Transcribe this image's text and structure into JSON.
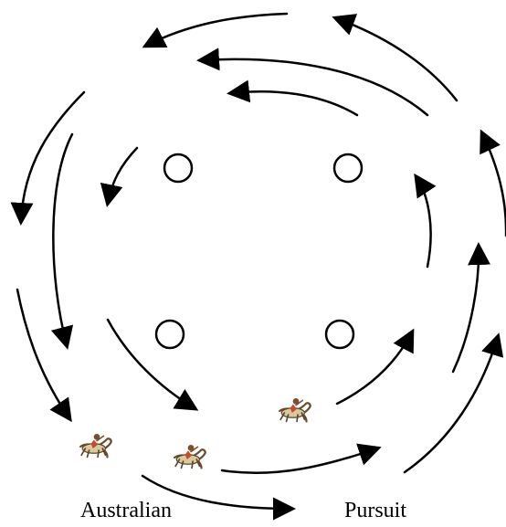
{
  "labels": {
    "left": "Australian",
    "right": "Pursuit"
  },
  "diagram": {
    "marker_count": 4,
    "rider_count": 3,
    "arrow_color": "#000000",
    "rider_icon": "horse-rider-icon"
  }
}
